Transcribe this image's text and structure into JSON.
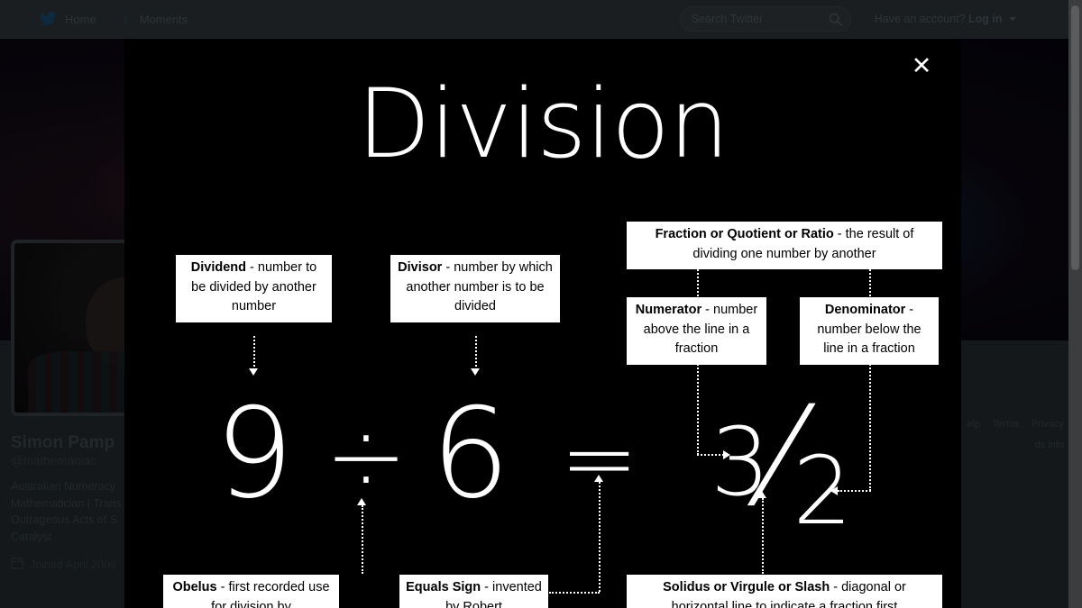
{
  "site": {
    "nav": {
      "home_label": "Home",
      "moments_label": "Moments",
      "bird_icon": "twitter-bird-icon",
      "bolt_icon": "lightning-bolt-icon",
      "search_placeholder": "Search Twitter",
      "search_value": "",
      "search_icon": "search-icon",
      "account_prompt": "Have an account?",
      "login_label": "Log in"
    },
    "profile": {
      "display_name": "Simon Pamp",
      "handle": "@mathemaniac",
      "bio_line_1": "Australian Numeracy",
      "bio_line_2": "Mathematician | Trans",
      "bio_line_3": "Outrageous Acts of S",
      "bio_line_4": "Catalyst",
      "joined": "Joined April 2009",
      "calendar_icon": "calendar-icon",
      "avatar_alt": "avatar"
    },
    "footer": {
      "links_row_1": [
        "elp",
        "Terms",
        "Privacy"
      ],
      "links_row_2": [
        "ds info"
      ]
    },
    "scrollbar": {
      "name": "page-scrollbar"
    }
  },
  "overlay": {
    "close_label": "✕",
    "poster": {
      "title": "Division",
      "equation": {
        "dividend": "9",
        "obelus": "÷",
        "divisor": "6",
        "equals": "=",
        "numerator": "3",
        "solidus": "⁄",
        "denominator": "2",
        "expression": "9 ÷ 6 = 3/2"
      },
      "terms": [
        {
          "id": "dividend",
          "term": "Dividend",
          "separator": " - ",
          "definition": "number to be divided by another number"
        },
        {
          "id": "divisor",
          "term": "Divisor",
          "separator": " - ",
          "definition": "number by which another number is to be divided"
        },
        {
          "id": "fraction",
          "term": "Fraction or Quotient or Ratio",
          "separator": " - ",
          "definition": "the result of dividing one number by another"
        },
        {
          "id": "numerator",
          "term": "Numerator",
          "separator": " - ",
          "definition": "number above the line in a fraction"
        },
        {
          "id": "denominator",
          "term": "Denominator",
          "separator": " - ",
          "definition": "number below the line in a fraction"
        },
        {
          "id": "obelus",
          "term": "Obelus",
          "separator": " - ",
          "definition": "first recorded use for division by"
        },
        {
          "id": "equals",
          "term": "Equals Sign",
          "separator": " - ",
          "definition": "invented by Robert"
        },
        {
          "id": "solidus",
          "term": "Solidus or Virgule or Slash",
          "separator": " - ",
          "definition": "diagonal or horizontal line to indicate a fraction first"
        }
      ]
    }
  },
  "colors": {
    "overlay_background": "#000000",
    "poster_text": "#ffffff",
    "box_background": "#ffffff",
    "box_text": "#000000",
    "page_background": "#15181a",
    "scrollbar_track": "#3b3d3e",
    "scrollbar_thumb": "#5a5c5d"
  }
}
